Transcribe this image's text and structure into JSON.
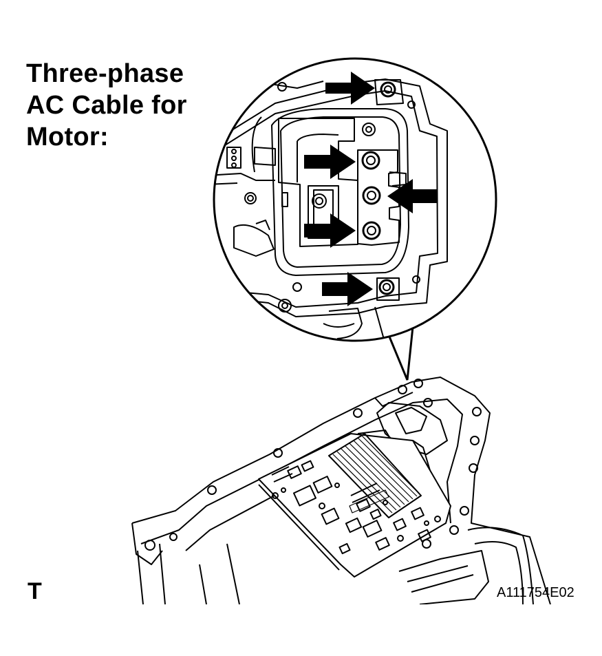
{
  "callout": {
    "title_lines": [
      "Three-phase",
      "AC Cable for",
      "Motor:"
    ]
  },
  "corner_mark": "T",
  "figure_id": "A111754E02",
  "arrow_count": 5,
  "colors": {
    "ink": "#000000",
    "paper": "#ffffff"
  }
}
